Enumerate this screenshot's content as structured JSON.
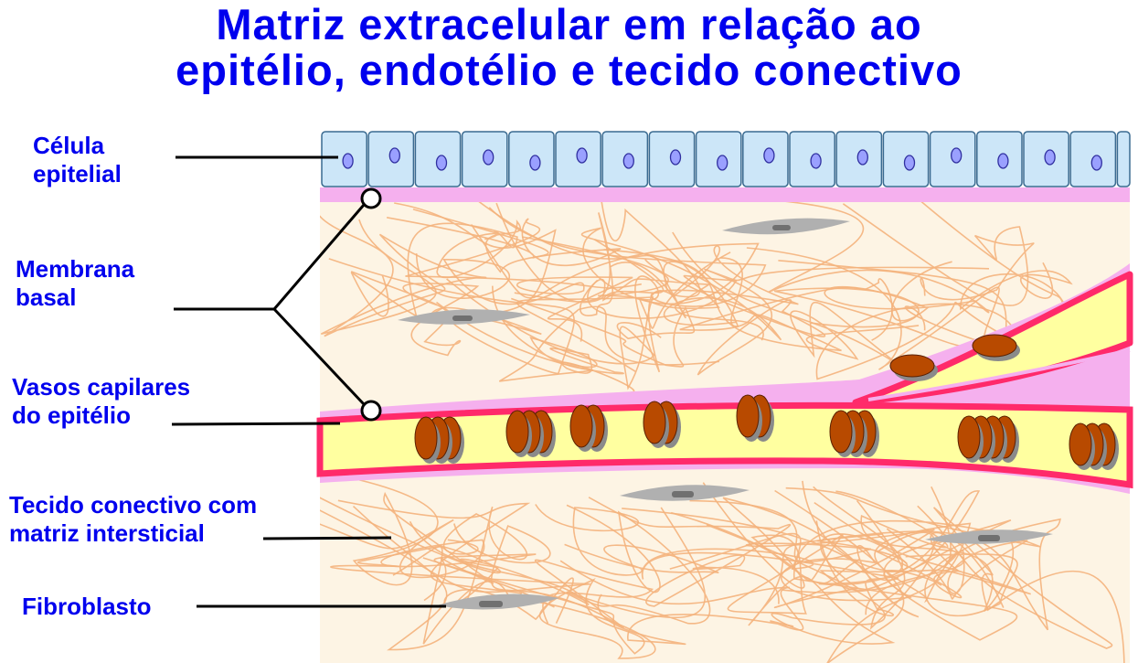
{
  "title": {
    "line1": "Matriz extracelular em relação ao",
    "line2": "epitélio, endotélio e tecido conectivo"
  },
  "labels": {
    "epithelial_cell": [
      "Célula",
      "epitelial"
    ],
    "basement_membrane": [
      "Membrana",
      "basal"
    ],
    "capillaries": [
      "Vasos capilares",
      "do epitélio"
    ],
    "connective_tissue": [
      "Tecido conectivo com",
      "matriz intersticial"
    ],
    "fibroblast": "Fibroblasto"
  },
  "colors": {
    "label_text": "#0000ee",
    "cell_fill": "#cce6f8",
    "cell_stroke": "#3a6a90",
    "nucleus": "#9aa0ff",
    "basement_membrane": "#f5b0ee",
    "fiber": "#f4b27c",
    "vessel_lumen": "#ffffa0",
    "vessel_wall": "#ff2a6a",
    "red_cell": "#b84a00",
    "fibroblast": "#b0b0b0"
  }
}
